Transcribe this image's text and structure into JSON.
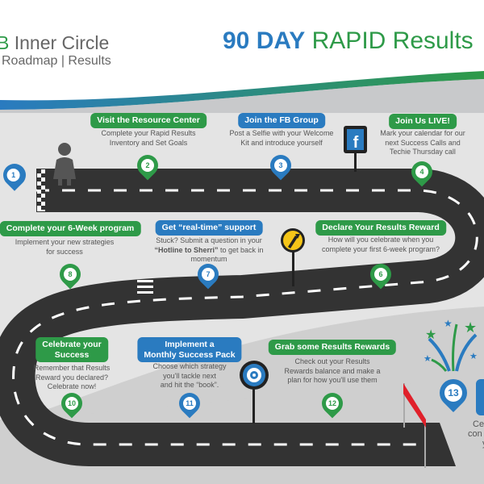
{
  "header": {
    "brand_line1_prefix": "B",
    "brand_line1": " Inner Circle",
    "brand_line2": "Roadmap | Results",
    "title_bold": "90 DAY",
    "title_rest": " RAPID Results"
  },
  "colors": {
    "green": "#2e9a48",
    "blue": "#2a7bc0",
    "road": "#333333",
    "sign_yellow": "#f5c518",
    "flag_red": "#e0202a"
  },
  "steps": [
    {
      "num": "1",
      "color": "blue"
    },
    {
      "num": "2",
      "color": "green",
      "title": "Visit the Resource Center",
      "desc1": "Complete your Rapid Results",
      "desc2": "Inventory and Set Goals"
    },
    {
      "num": "3",
      "color": "blue",
      "title": "Join the FB Group",
      "desc1": "Post a Selfie with your Welcome",
      "desc2": "Kit and introduce yourself"
    },
    {
      "num": "4",
      "color": "green",
      "title": "Join Us LIVE!",
      "desc1": "Mark your calendar for our",
      "desc2": "next Success Calls and",
      "desc3": "Techie Thursday call"
    },
    {
      "num": "6",
      "color": "green",
      "title": "Declare Your Results Reward",
      "desc1": "How will you celebrate when you",
      "desc2": "complete your first 6-week program?"
    },
    {
      "num": "7",
      "color": "blue",
      "title": "Get “real-time” support",
      "desc1": "Stuck?  Submit a question in your",
      "desc2_bold": "“Hotline to Sherri”",
      "desc2": " to get back in",
      "desc3": "momentum"
    },
    {
      "num": "8",
      "color": "green",
      "title": "Complete your 6-Week program",
      "desc1": "Implement your new strategies",
      "desc2": "for success"
    },
    {
      "num": "10",
      "color": "green",
      "title1": "Celebrate your",
      "title2": "Success",
      "desc1": "Remember that Results",
      "desc2": "Reward you declared?",
      "desc3": "Celebrate now!"
    },
    {
      "num": "11",
      "color": "blue",
      "title1": "Implement a",
      "title2": "Monthly Success Pack",
      "desc1": "Choose which strategy",
      "desc2": "you'll tackle next",
      "desc3": "and hit the “book”."
    },
    {
      "num": "12",
      "color": "green",
      "title": "Grab some Results Rewards",
      "desc1": "Check out your Results",
      "desc2": "Rewards balance and make a",
      "desc3": "plan for how you'll use them"
    },
    {
      "num": "13",
      "color": "blue",
      "cut1": "Ce",
      "cut2": "con",
      "cut3": "y"
    }
  ],
  "signs": {
    "facebook": "f"
  }
}
